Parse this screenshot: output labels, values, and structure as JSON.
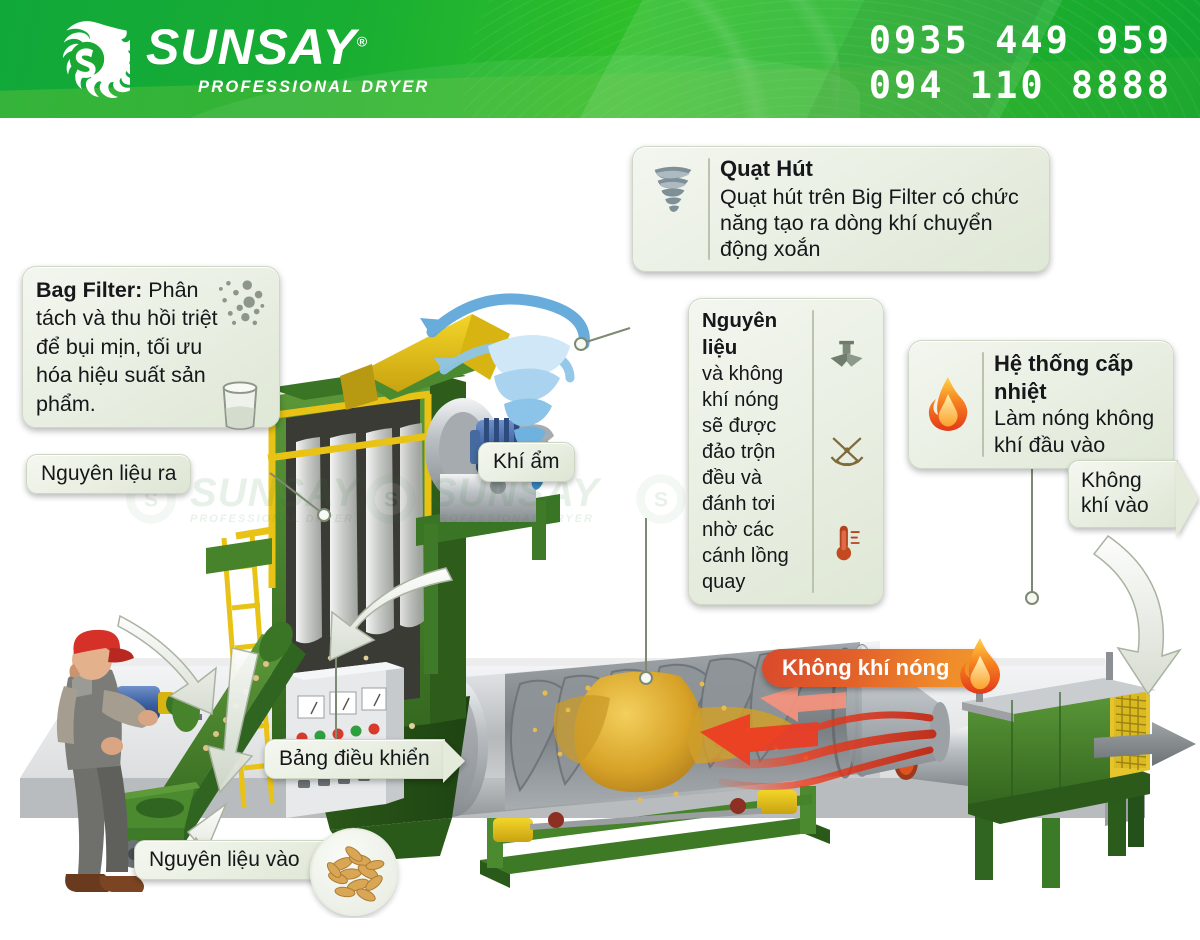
{
  "header": {
    "brand_name": "SUNSAY",
    "brand_reg": "®",
    "brand_tagline": "PROFESSIONAL DRYER",
    "logo_icon": "sunsay-swirl-logo-icon",
    "phone_1": "0935 449 959",
    "phone_2": "094 110 8888",
    "background_color": "#1aa832",
    "text_color": "#ffffff"
  },
  "watermarks": [
    {
      "text": "SUNSAY",
      "sub": "PROFESSIONAL DRYER"
    },
    {
      "text": "SUNSAY",
      "sub": "PROFESSIONAL DRYER"
    },
    {
      "text": "SUNSAY",
      "sub": "PROFESSIONAL DRYER"
    }
  ],
  "callouts": {
    "fan": {
      "title": "Quạt Hút",
      "body": "Quạt hút trên Big Filter có chức năng tạo ra dòng khí chuyển động xoắn",
      "icon": "tornado-icon"
    },
    "bag_filter": {
      "title": "Bag Filter:",
      "body": " Phân tách và thu hồi triệt để bụi mịn, tối ưu hóa hiệu suất sản phẩm.",
      "icon_dust": "dust-particles-icon",
      "icon_cup": "product-cup-icon"
    },
    "material": {
      "title": "Nguyên liệu",
      "body": "và không khí nóng sẽ được đảo trộn đều và đánh tơi nhờ các cánh lồng quay",
      "icons": [
        "paddle-blade-icon",
        "crossed-flails-icon",
        "thermometer-icon"
      ]
    },
    "heater": {
      "title": "Hệ thống cấp nhiệt",
      "body": "Làm nóng không khí đầu vào",
      "icon": "flame-icon"
    }
  },
  "labels": {
    "material_out": "Nguyên liệu ra",
    "moist_air": "Khí ẩm",
    "air_in": "Không khí vào",
    "control_panel": "Bảng điều khiển",
    "material_in": "Nguyên liệu vào",
    "hot_air": "Không khí nóng"
  },
  "icons": {
    "grain_bowl": "grain-pile-icon",
    "hot_air_flame": "flame-icon",
    "worker": "operator-figure-icon"
  },
  "colors": {
    "brand_green": "#1aa832",
    "machine_green": "#3f7a28",
    "machine_green_dark": "#2f5e1e",
    "accent_yellow": "#e8c315",
    "hot_orange": "#e2622a",
    "hot_red": "#e8402a",
    "metal_grey": "#b9bdc0",
    "callout_bg": "#e8eee1",
    "grain_gold": "#d6a22a",
    "motor_blue": "#3a5f9e"
  }
}
